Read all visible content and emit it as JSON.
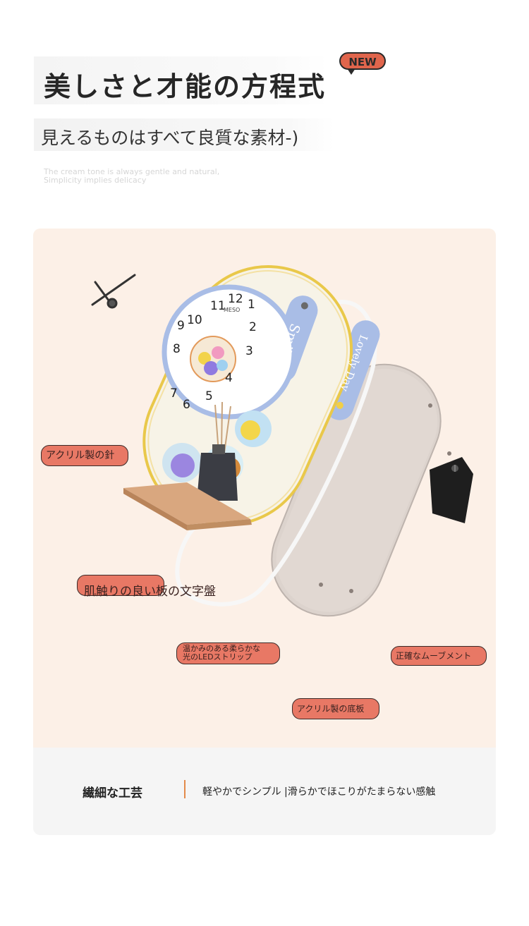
{
  "header": {
    "title": "美しさと才能の方程式",
    "badge": "NEW",
    "subtitle": "見えるものはすべて良質な素材-)",
    "english": "The cream tone is always gentle and natural,\nSimplicity implies delicacy"
  },
  "product": {
    "clock_brand": "MESO",
    "clock_numbers": [
      "12",
      "1",
      "2",
      "3",
      "4",
      "5",
      "6",
      "7",
      "8",
      "9",
      "10",
      "11"
    ],
    "tag_smile": "Smile",
    "tag_lovely": "Lovely Day",
    "colors": {
      "panel_bg": "#fcf0e7",
      "label_bg": "#e87865",
      "accent_yellow": "#e9c84a",
      "accent_blue": "#a9bde6"
    }
  },
  "callouts": {
    "acrylic_hands": "アクリル製の針",
    "dial_face": "肌触りの良い板の文字盤",
    "led_strip": "温かみのある柔らかな\n光のLEDストリップ",
    "movement": "正確なムーブメント",
    "acrylic_base": "アクリル製の底板"
  },
  "footer": {
    "title": "繊細な工芸",
    "description": "軽やかでシンプル |滑らかでほこりがたまらない感触"
  }
}
